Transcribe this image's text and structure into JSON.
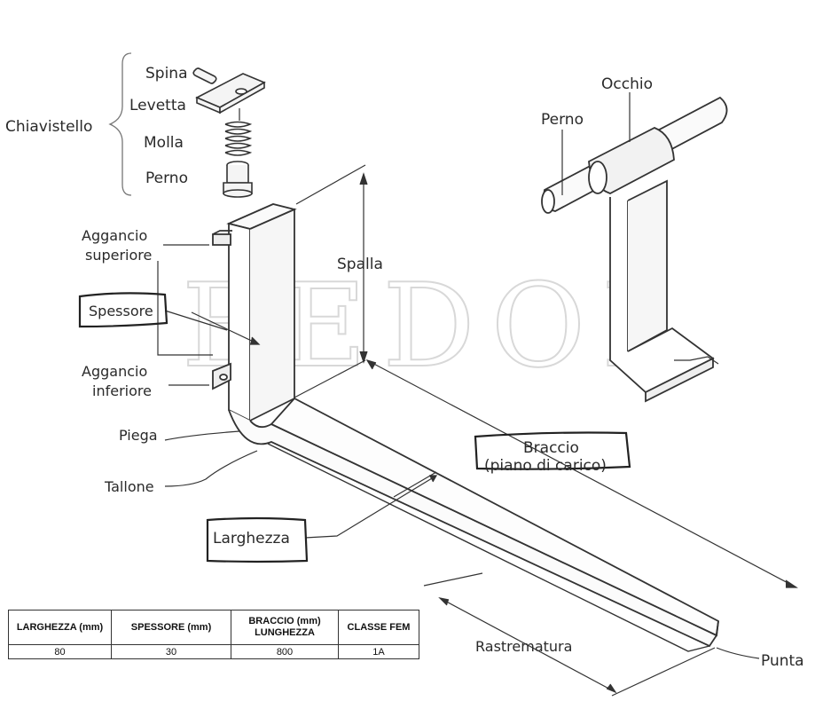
{
  "watermark": "BEDOL",
  "labels": {
    "chiavistello": "Chiavistello",
    "spina": "Spina",
    "levetta": "Levetta",
    "molla": "Molla",
    "perno_top": "Perno",
    "aggancio_superiore_1": "Aggancio",
    "aggancio_superiore_2": "superiore",
    "spessore": "Spessore",
    "aggancio_inferiore_1": "Aggancio",
    "aggancio_inferiore_2": "inferiore",
    "piega": "Piega",
    "tallone": "Tallone",
    "larghezza": "Larghezza",
    "spalla": "Spalla",
    "braccio_1": "Braccio",
    "braccio_2": "(piano di carico)",
    "rastrematura": "Rastrematura",
    "punta": "Punta",
    "occhio": "Occhio",
    "perno_right": "Perno"
  },
  "table": {
    "headers": {
      "larghezza": "LARGHEZZA (mm)",
      "spessore": "SPESSORE (mm)",
      "braccio_1": "BRACCIO (mm)",
      "braccio_2": "LUNGHEZZA",
      "classe": "CLASSE FEM"
    },
    "row": {
      "larghezza": "80",
      "spessore": "30",
      "braccio": "800",
      "classe": "1A"
    }
  }
}
